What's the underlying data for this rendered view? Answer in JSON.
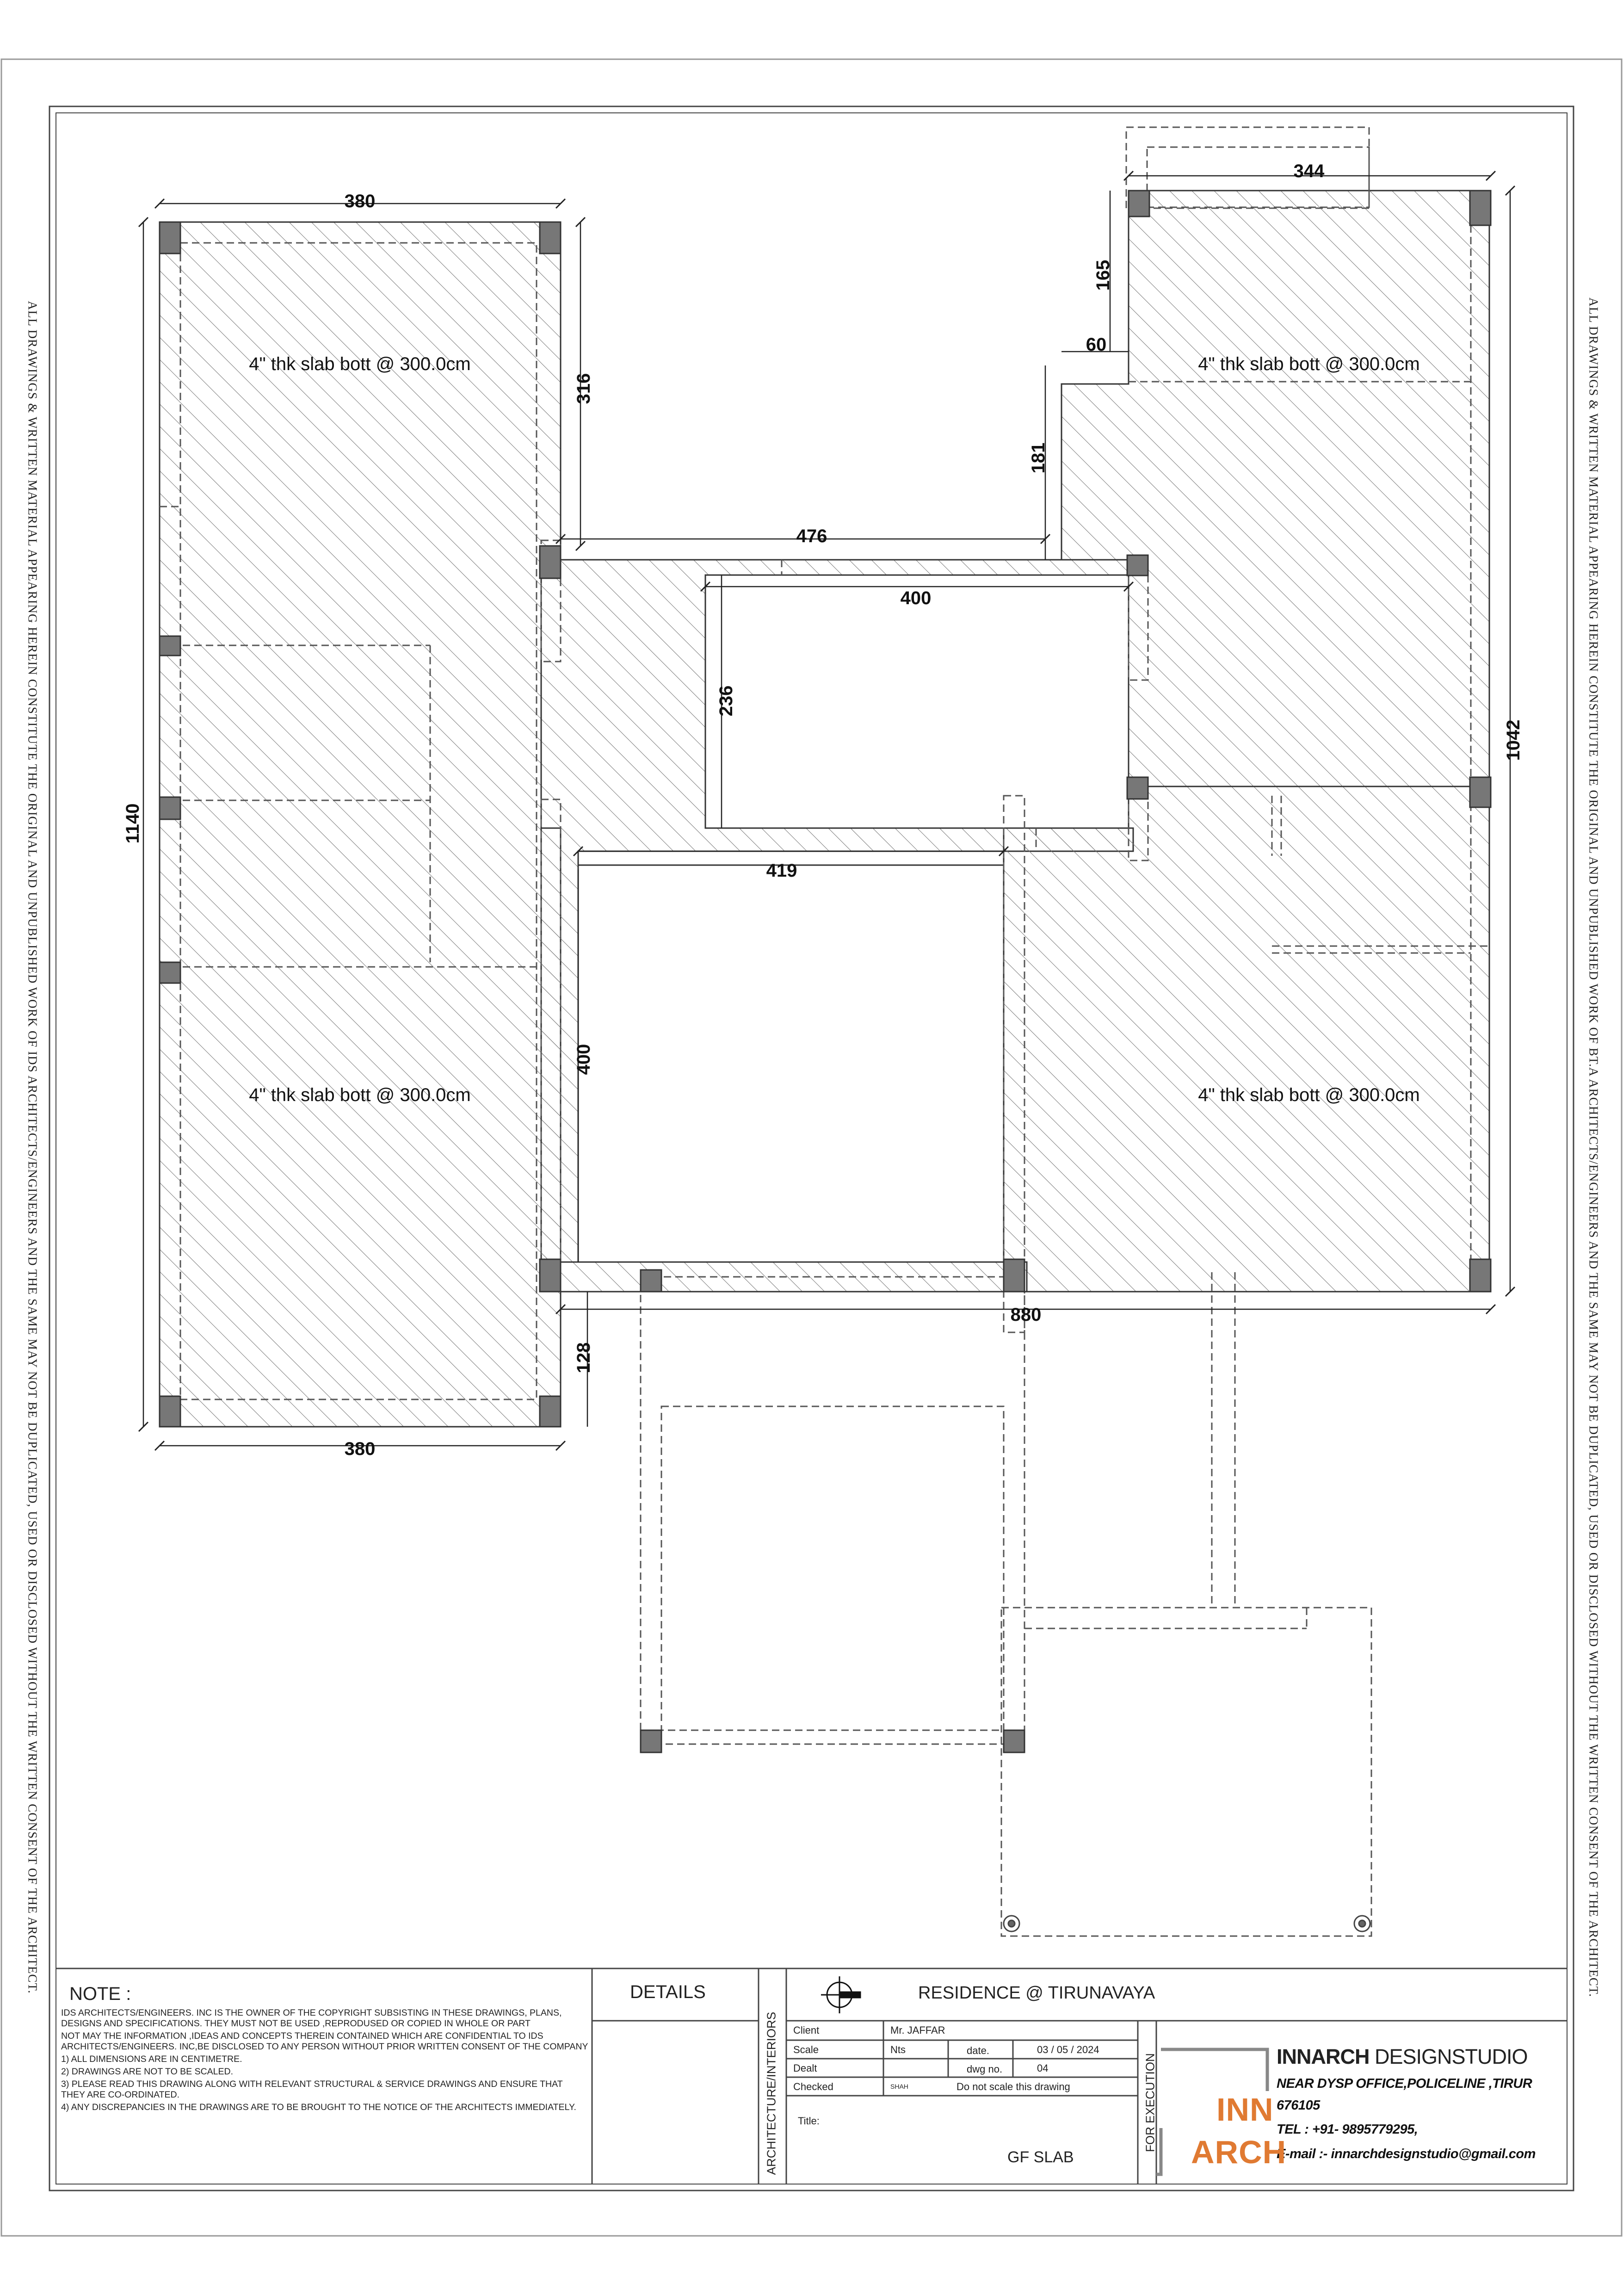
{
  "side_disclaimer": {
    "left": "ALL DRAWINGS & WRITTEN MATERIAL APPEARING HEREIN CONSTITUTE THE ORIGINAL AND UNPUBLISHED WORK OF IDS ARCHITECTS/ENGINEERS AND THE SAME MAY NOT BE DUPLICATED, USED OR DISCLOSED WITHOUT THE WRITTEN CONSENT OF THE ARCHITECT.",
    "right": "ALL DRAWINGS & WRITTEN MATERIAL APPEARING HEREIN CONSTITUTE THE ORIGINAL AND UNPUBLISHED WORK OF BT.A ARCHITECTS/ENGINEERS AND THE SAME MAY NOT BE DUPLICATED, USED OR DISCLOSED WITHOUT THE WRITTEN CONSENT OF THE ARCHITECT."
  },
  "plan": {
    "slab_label": "4\" thk slab bott @ 300.0cm",
    "dimensions": {
      "top_left_width": "380",
      "bottom_left_width": "380",
      "left_height": "1140",
      "wing_height": "316",
      "link_width": "476",
      "court_top_width": "400",
      "court_height": "236",
      "court_mid_width": "419",
      "court_low_height": "400",
      "low_offset": "128",
      "overall_width": "880",
      "right_height": "1042",
      "top_right_width": "344",
      "top_step": "165",
      "step_width": "60",
      "step_height": "181"
    }
  },
  "notes": {
    "title": "NOTE :",
    "lines": [
      "IDS ARCHITECTS/ENGINEERS. INC IS THE OWNER OF THE COPYRIGHT SUBSISTING IN THESE DRAWINGS, PLANS, DESIGNS AND SPECIFICATIONS. THEY MUST NOT BE USED ,REPRODUSED OR COPIED IN WHOLE OR PART",
      "NOT MAY THE  INFORMATION ,IDEAS AND CONCEPTS THEREIN CONTAINED WHICH ARE CONFIDENTIAL TO IDS ARCHITECTS/ENGINEERS. INC,BE DISCLOSED TO ANY PERSON WITHOUT PRIOR WRITTEN CONSENT OF THE COMPANY",
      "1) ALL DIMENSIONS ARE IN CENTIMETRE.",
      "2) DRAWINGS ARE NOT TO BE SCALED.",
      "3) PLEASE READ THIS DRAWING ALONG WITH RELEVANT STRUCTURAL & SERVICE DRAWINGS AND ENSURE THAT THEY ARE CO-ORDINATED.",
      "4) ANY DISCREPANCIES IN THE DRAWINGS ARE TO BE BROUGHT TO THE NOTICE OF THE ARCHITECTS IMMEDIATELY."
    ]
  },
  "details_label": "DETAILS",
  "title_block": {
    "project": "RESIDENCE @ TIRUNAVAYA",
    "vertical_label": "ARCHITECTURE/INTERIORS",
    "client_label": "Client",
    "client_value": "Mr. JAFFAR",
    "scale_label": "Scale",
    "scale_value": "Nts",
    "date_label": "date.",
    "date_value": "03 / 05 / 2024",
    "dealt_label": "Dealt",
    "dwg_label": "dwg no.",
    "dwg_value": "04",
    "checked_label": "Checked",
    "checked_value": "SHAH",
    "no_scale_note": "Do not scale this drawing",
    "title_label": "Title:",
    "drawing_title": "GF SLAB",
    "execution_label": "FOR EXECUTION"
  },
  "studio": {
    "name_bold": "INNARCH",
    "name_thin": " DESIGNSTUDIO",
    "address": "NEAR DYSP OFFICE,POLICELINE ,TIRUR",
    "pin": "676105",
    "tel": "TEL : +91- 9895779295,",
    "email": "E-mail :- innarchdesignstudio@gmail.com",
    "logo_top": "INN",
    "logo_bottom": "ARCH",
    "logo_color": "#e07a32"
  }
}
